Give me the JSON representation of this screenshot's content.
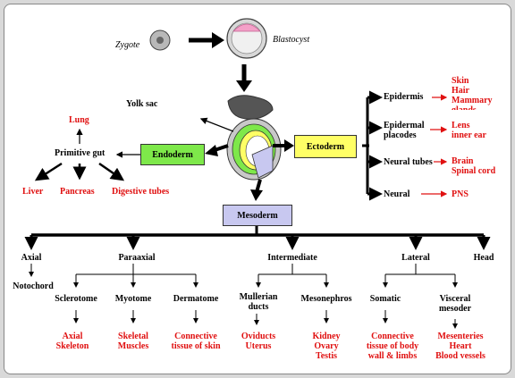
{
  "top": {
    "zygote": "Zygote",
    "blastocyst": "Blastocyst"
  },
  "germ_layers": {
    "endoderm": "Endoderm",
    "ectoderm": "Ectoderm",
    "mesoderm": "Mesoderm"
  },
  "endoderm": {
    "yolk_sac": "Yolk sac",
    "primitive_gut": "Primitive gut",
    "lung": "Lung",
    "liver": "Liver",
    "pancreas": "Pancreas",
    "digestive_tubes": "Digestive tubes"
  },
  "ectoderm": {
    "epidermis": "Epidermis",
    "epidermal_placodes": [
      "Epidermal",
      "placodes"
    ],
    "neural_tubes": "Neural tubes",
    "neural": "Neural",
    "epidermis_products": [
      "Skin",
      "Hair",
      "Mammary",
      "glands"
    ],
    "placode_products": [
      "Lens",
      "inner ear"
    ],
    "neural_tube_products": [
      "Brain",
      "Spinal cord"
    ],
    "neural_products": "PNS"
  },
  "mesoderm": {
    "axial": "Axial",
    "paraaxial": "Paraaxial",
    "intermediate": "Intermediate",
    "lateral": "Lateral",
    "head": "Head",
    "notochord": "Notochord",
    "sclerotome": "Sclerotome",
    "myotome": "Myotome",
    "dermatome": "Dermatome",
    "mullerian": [
      "Mullerian",
      "ducts"
    ],
    "mesonephros": "Mesonephros",
    "somatic": "Somatic",
    "visceral": [
      "Visceral",
      "mesoder"
    ],
    "sclerotome_products": [
      "Axial",
      "Skeleton"
    ],
    "myotome_products": [
      "Skeletal",
      "Muscles"
    ],
    "dermatome_products": [
      "Connective",
      "tissue of skin"
    ],
    "mullerian_products": [
      "Oviducts",
      "Uterus"
    ],
    "mesonephros_products": [
      "Kidney",
      "Ovary",
      "Testis"
    ],
    "somatic_products": [
      "Connective",
      "tissue of body",
      "wall & limbs"
    ],
    "visceral_products": [
      "Mesenteries",
      "Heart",
      "Blood vessels"
    ]
  },
  "colors": {
    "product_red": "#e01010",
    "endoderm_box": "#7ee84a",
    "ectoderm_box": "#ffff66",
    "mesoderm_box": "#c8c8f0"
  }
}
